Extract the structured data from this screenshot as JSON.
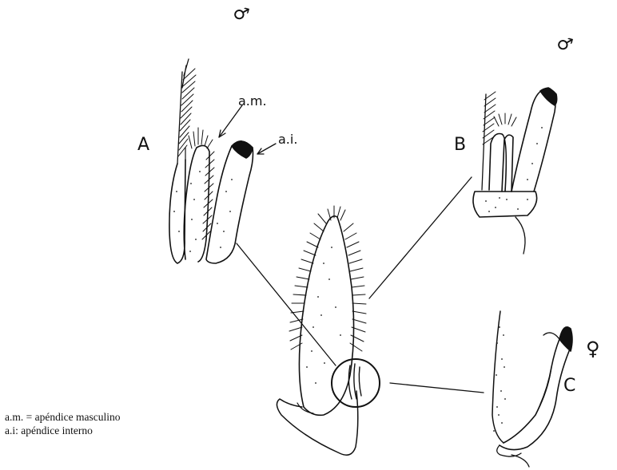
{
  "figure": {
    "panels": [
      {
        "label": "A",
        "sex_symbol": "♂"
      },
      {
        "label": "B",
        "sex_symbol": "♂"
      },
      {
        "label": "C",
        "sex_symbol": "♀"
      }
    ],
    "annotations": {
      "am": "a.m.",
      "ai": "a.i."
    },
    "legend": [
      "a.m. = apéndice masculino",
      "a.i: apéndice interno"
    ]
  },
  "colors": {
    "ink": "#111111",
    "background": "#ffffff"
  }
}
